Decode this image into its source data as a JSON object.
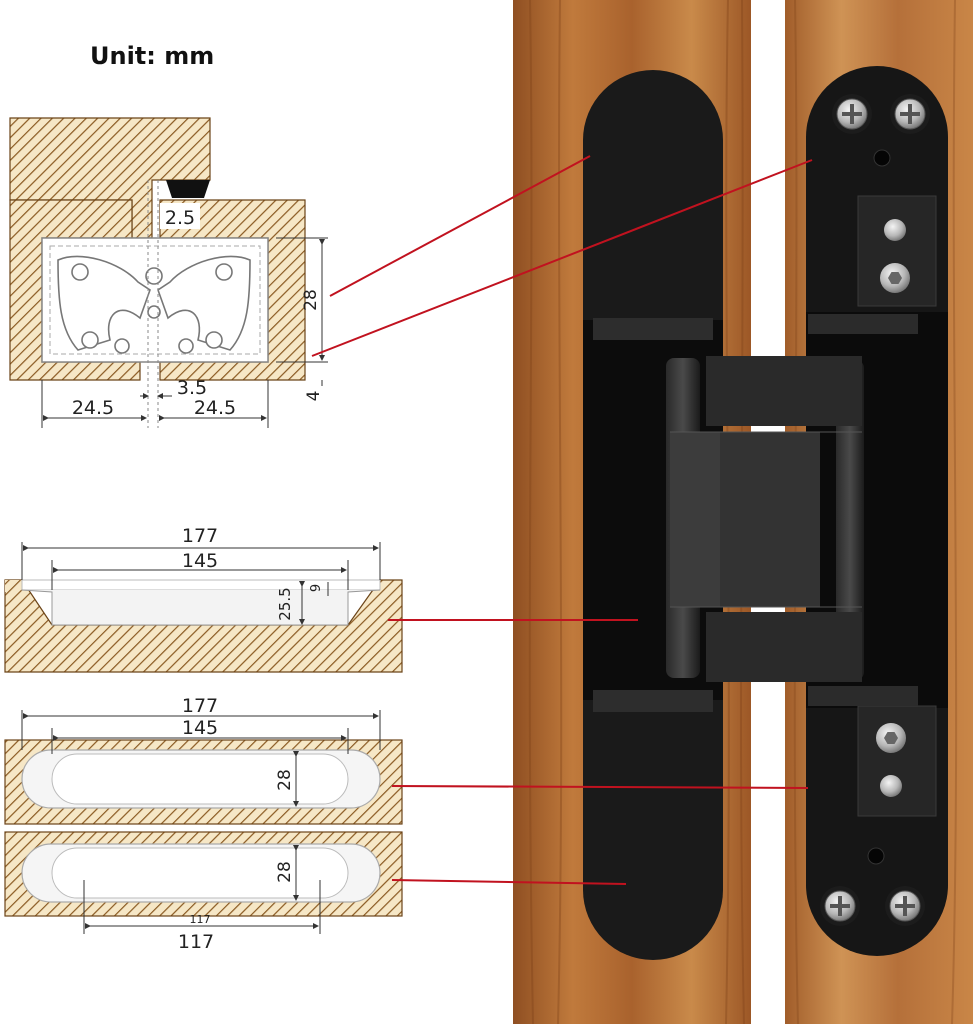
{
  "unit_label": "Unit: mm",
  "colors": {
    "hatch": "#8a5a22",
    "wood_bg": "#f6e7c6",
    "leader_line": "#c1121f",
    "hinge": "#141414",
    "wood_frame": "#b06b32"
  },
  "cross_section": {
    "dims": {
      "gap_top": "2.5",
      "height": "28",
      "gap_center": "3.5",
      "left_width": "24.5",
      "right_width": "24.5",
      "offset": "4"
    }
  },
  "routing_profile": {
    "outer_length": "177",
    "inner_length": "145",
    "depth": "25.5",
    "lip": "9"
  },
  "top_view_1": {
    "outer_length": "177",
    "inner_length": "145",
    "width": "28"
  },
  "top_view_2": {
    "width": "28",
    "length_small": "117",
    "length": "117"
  },
  "icons": [
    "screw-icon",
    "hex-bolt-icon"
  ]
}
